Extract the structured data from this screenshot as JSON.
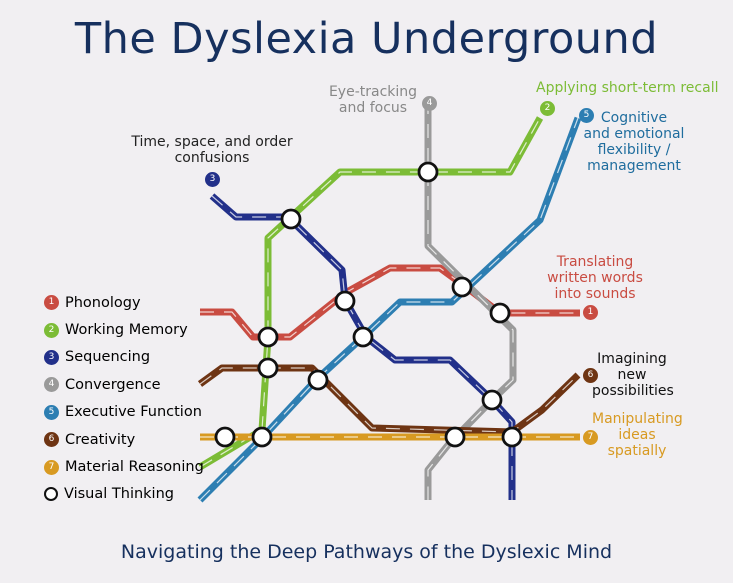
{
  "title": "The Dyslexia Underground",
  "subtitle": "Navigating the Deep Pathways of the Dyslexic Mind",
  "legend": [
    {
      "num": "1",
      "label": "Phonology",
      "color": "#c94c42"
    },
    {
      "num": "2",
      "label": "Working Memory",
      "color": "#7cbc36"
    },
    {
      "num": "3",
      "label": "Sequencing",
      "color": "#22308a"
    },
    {
      "num": "4",
      "label": "Convergence",
      "color": "#9a9a9a"
    },
    {
      "num": "5",
      "label": "Executive Function",
      "color": "#2d7eb2"
    },
    {
      "num": "6",
      "label": "Creativity",
      "color": "#6e3413"
    },
    {
      "num": "7",
      "label": "Material Reasoning",
      "color": "#d89a22"
    },
    {
      "num": "",
      "label": "Visual Thinking",
      "color": "#111111"
    }
  ],
  "annotations": {
    "phonology": {
      "num": "1",
      "text": "Translating\nwritten words\ninto sounds"
    },
    "working_memory": {
      "num": "2",
      "text": "Applying short-term recall"
    },
    "sequencing": {
      "num": "3",
      "text": "Time, space, and order\nconfusions"
    },
    "convergence": {
      "num": "4",
      "text": "Eye-tracking\nand focus"
    },
    "executive": {
      "num": "5",
      "text": "Cognitive\nand emotional\nflexibility /\nmanagement"
    },
    "creativity": {
      "num": "6",
      "text": "Imagining\nnew\npossibilities"
    },
    "material": {
      "num": "7",
      "text": "Manipulating\nideas\nspatially"
    }
  }
}
